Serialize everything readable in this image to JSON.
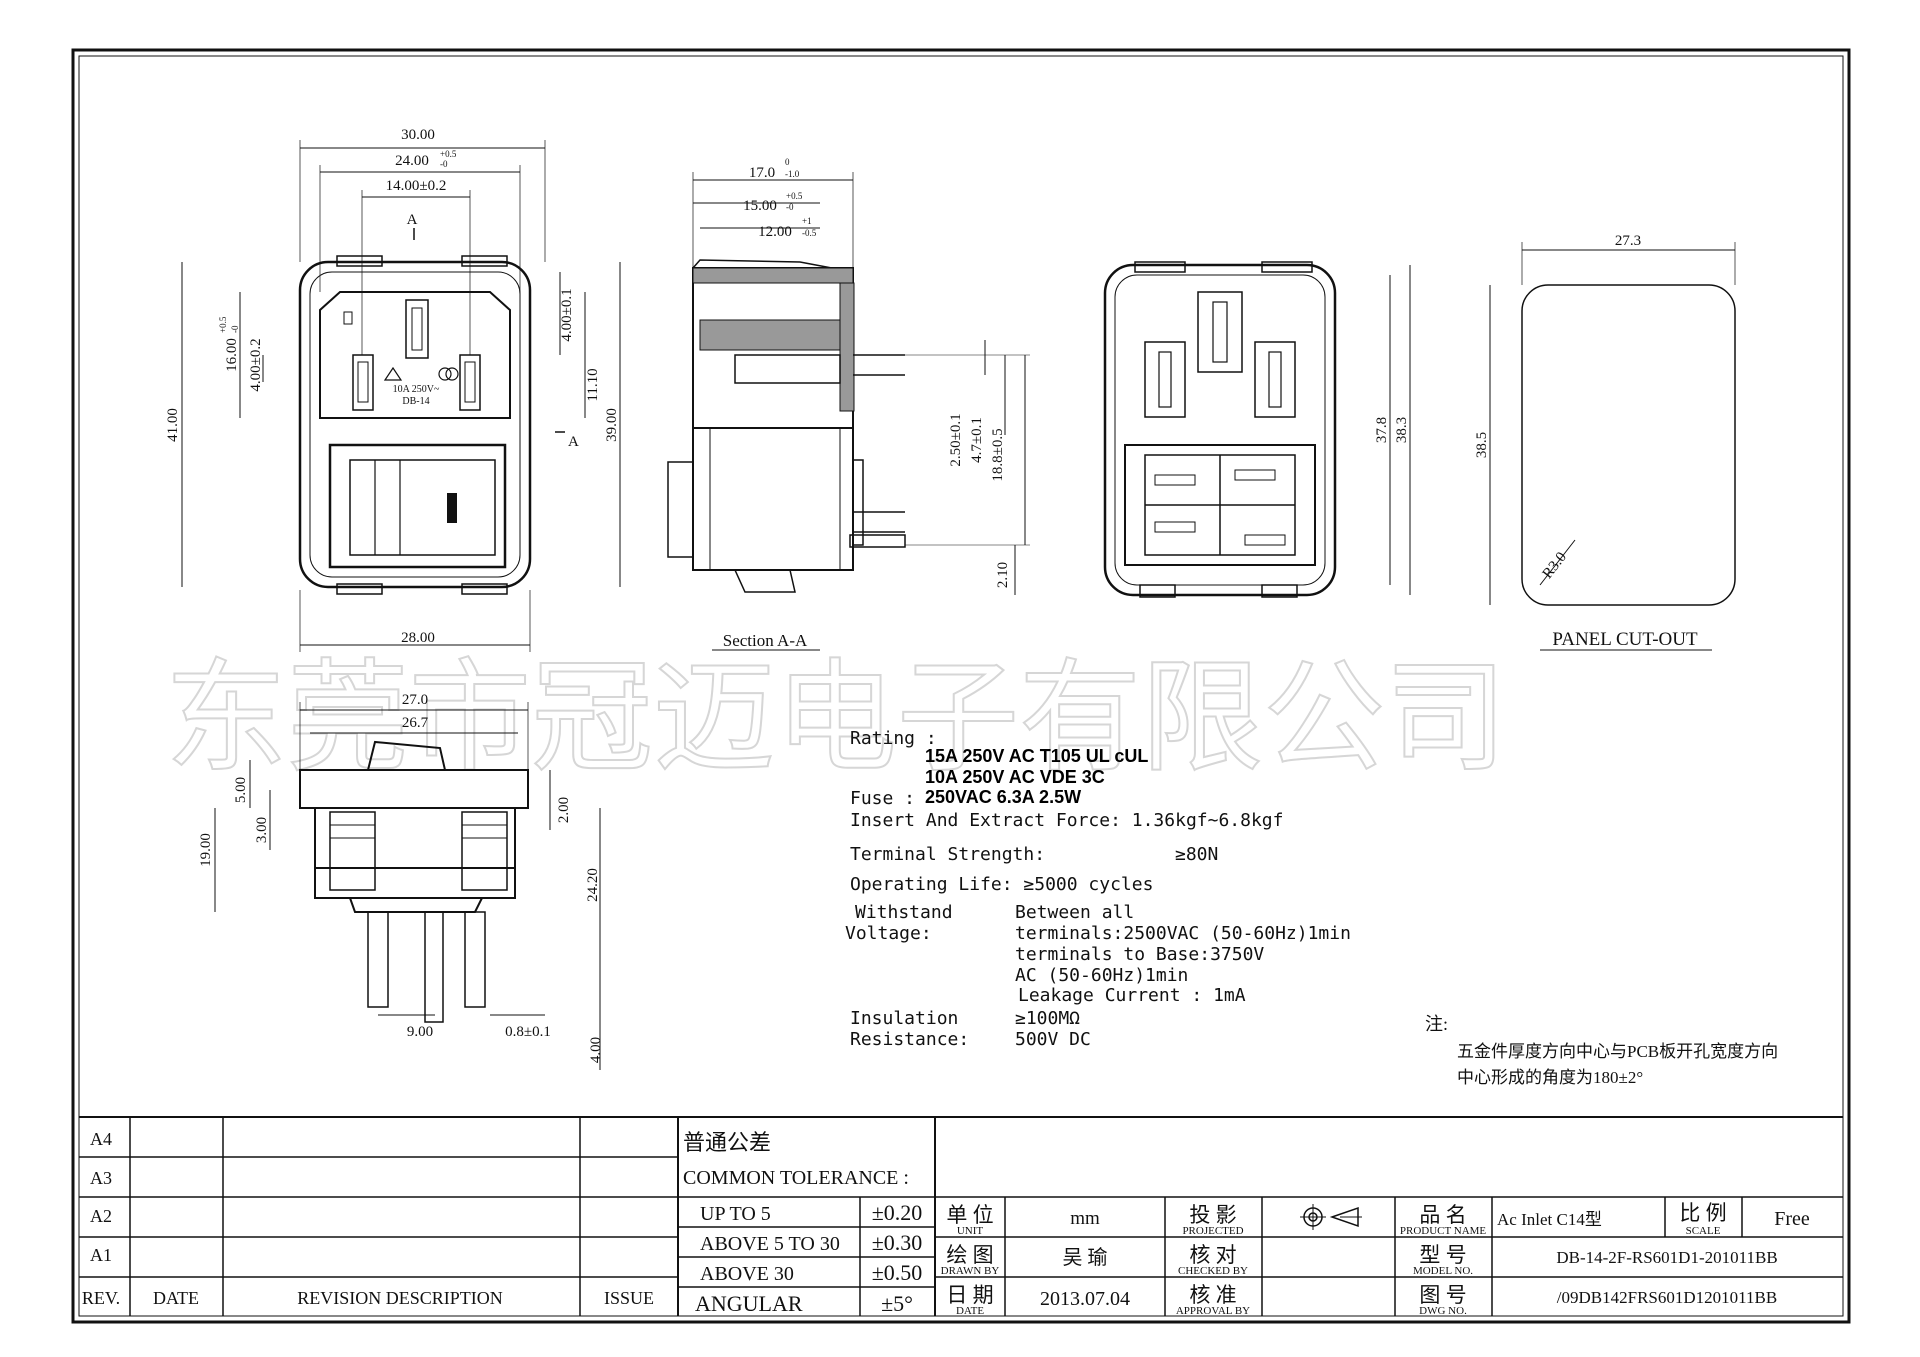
{
  "watermark": "东莞市冠迈电子有限公司",
  "views": {
    "front": {
      "dims": [
        "30.00",
        "24.00",
        "+0.5",
        "-0",
        "14.00±0.2",
        "A",
        "A",
        "41.00",
        "16.00",
        "+0.5",
        "-0",
        "4.00±0.2",
        "4.00±0.1",
        "11.10",
        "39.00",
        "28.00"
      ],
      "marking": [
        "10A 250V~",
        "DB-14"
      ]
    },
    "section": {
      "dims": [
        "17.0",
        "0",
        "-1.0",
        "15.00",
        "+0.5",
        "-0",
        "12.00",
        "+1",
        "-0.5",
        "2.50±0.1",
        "4.7±0.1",
        "18.8±0.5",
        "2.10"
      ],
      "title": "Section A-A"
    },
    "rear": {
      "dims": [
        "37.8",
        "38.3"
      ]
    },
    "cutout": {
      "dims": [
        "27.3",
        "38.5",
        "R3.0"
      ],
      "title": "PANEL CUT-OUT"
    },
    "side": {
      "dims": [
        "27.0",
        "26.7",
        "5.00",
        "3.00",
        "19.00",
        "2.00",
        "24.20",
        "9.00",
        "0.8±0.1",
        "4.00"
      ]
    }
  },
  "specs": {
    "rating_label": "Rating :",
    "rating_1": "15A 250V AC   T105   UL   cUL",
    "rating_2": "10A 250V AC    VDE   3C",
    "fuse_label": "Fuse :",
    "fuse_value": "250VAC 6.3A  2.5W",
    "insert_force": "Insert And Extract Force: 1.36kgf~6.8kgf",
    "terminal_strength_label": "Terminal  Strength:",
    "terminal_strength_value": "≥80N",
    "operating_life": "Operating Life: ≥5000  cycles",
    "withstand_label": "Withstand",
    "voltage_label": "Voltage:",
    "withstand_lines": [
      "Between all",
      "terminals:2500VAC (50-60Hz)1min",
      "terminals to Base:3750V",
      "AC (50-60Hz)1min",
      "Leakage Current :  1mA"
    ],
    "insulation_label": "Insulation",
    "resistance_label": "Resistance:",
    "insulation_lines": [
      "≥100MΩ",
      "500V DC"
    ]
  },
  "note": {
    "label": "注:",
    "line1": "五金件厚度方向中心与PCB板开孔宽度方向",
    "line2": "中心形成的角度为180±2°"
  },
  "title_block": {
    "revisions": [
      "A4",
      "A3",
      "A2",
      "A1"
    ],
    "rev_header": "REV.",
    "date_header": "DATE",
    "desc_header": "REVISION  DESCRIPTION",
    "issue_header": "ISSUE",
    "tolerance_title_cn": "普通公差",
    "tolerance_title_en": "COMMON TOLERANCE :",
    "tolerances": [
      {
        "range": "UP TO 5",
        "value": "±0.20"
      },
      {
        "range": "ABOVE 5 TO 30",
        "value": "±0.30"
      },
      {
        "range": "ABOVE 30",
        "value": "±0.50"
      },
      {
        "range": "ANGULAR",
        "value": "±5°"
      }
    ],
    "unit_cn": "单 位",
    "unit_en": "UNIT",
    "unit_value": "mm",
    "drawn_cn": "绘 图",
    "drawn_en": "DRAWN BY",
    "drawn_value": "吴 瑜",
    "date_cn": "日 期",
    "date_en": "DATE",
    "date_value": "2013.07.04",
    "projected_cn": "投 影",
    "projected_en": "PROJECTED",
    "checked_cn": "核 对",
    "checked_en": "CHECKED BY",
    "approval_cn": "核 准",
    "approval_en": "APPROVAL BY",
    "product_cn": "品 名",
    "product_en": "PRODUCT NAME",
    "product_value": "Ac Inlet C14型",
    "scale_cn": "比 例",
    "scale_en": "SCALE",
    "scale_value": "Free",
    "model_cn": "型 号",
    "model_en": "MODEL NO.",
    "model_value": "DB-14-2F-RS601D1-201011BB",
    "dwg_cn": "图 号",
    "dwg_en": "DWG NO.",
    "dwg_value": "/09DB142FRS601D1201011BB"
  }
}
